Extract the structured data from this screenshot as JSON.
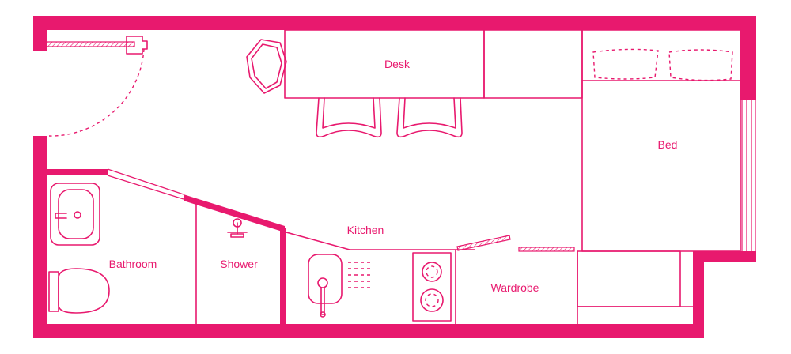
{
  "colors": {
    "accent": "#e8196e",
    "background": "#ffffff"
  },
  "rooms": {
    "desk": "Desk",
    "bed": "Bed",
    "kitchen": "Kitchen",
    "bathroom": "Bathroom",
    "shower": "Shower",
    "wardrobe": "Wardrobe"
  }
}
